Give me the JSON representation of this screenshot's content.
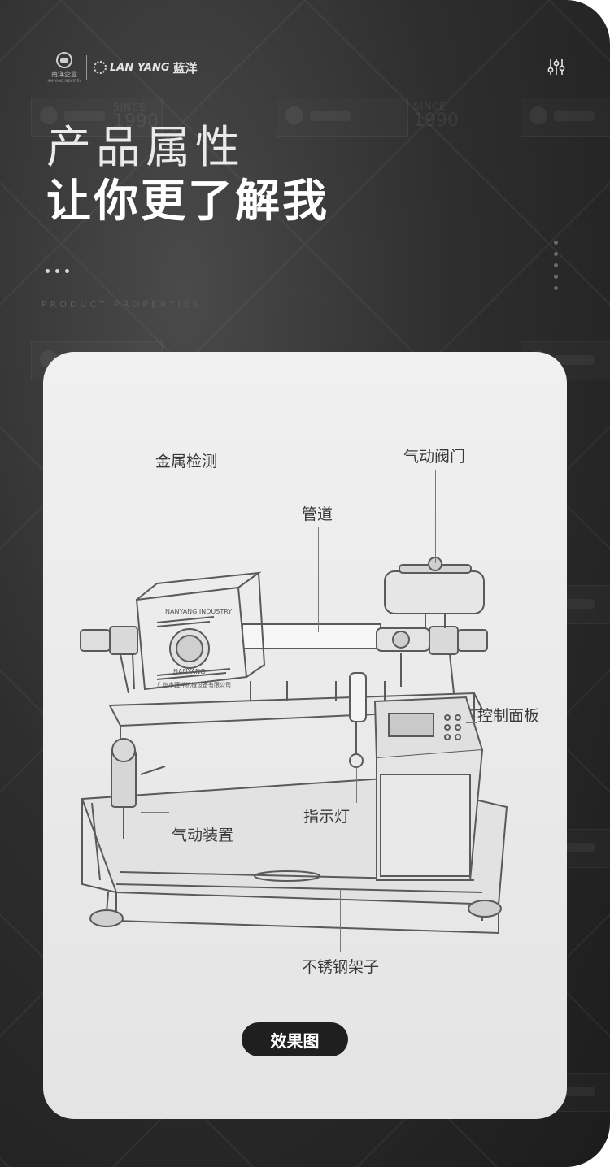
{
  "header": {
    "company_emblem_text": "南洋企业",
    "company_emblem_sub": "NANYANG INDUSTRY",
    "brand_latin": "LAN YANG",
    "brand_name": "蓝洋"
  },
  "watermark": {
    "since": "SINCE",
    "year": "1990"
  },
  "hero": {
    "title": "产品属性",
    "subtitle": "让你更了解我",
    "english": "PRODUCT PROPERTIES"
  },
  "diagram": {
    "labels": {
      "metal_detection": "金属检测",
      "pneumatic_valve": "气动阀门",
      "pipeline": "管道",
      "control_panel": "控制面板",
      "indicator_light": "指示灯",
      "pneumatic_device": "气动装置",
      "stainless_frame": "不锈钢架子"
    },
    "machine_nameplate": "NANYANG INDUSTRY",
    "machine_brand": "NANYANG",
    "machine_company": "广州市蓝洋机械设备有限公司"
  },
  "footer": {
    "effect_button": "效果图"
  },
  "colors": {
    "background_dark": "#1c1c1c",
    "card_bg": "#ececec",
    "button_bg": "#1f1f1f"
  }
}
